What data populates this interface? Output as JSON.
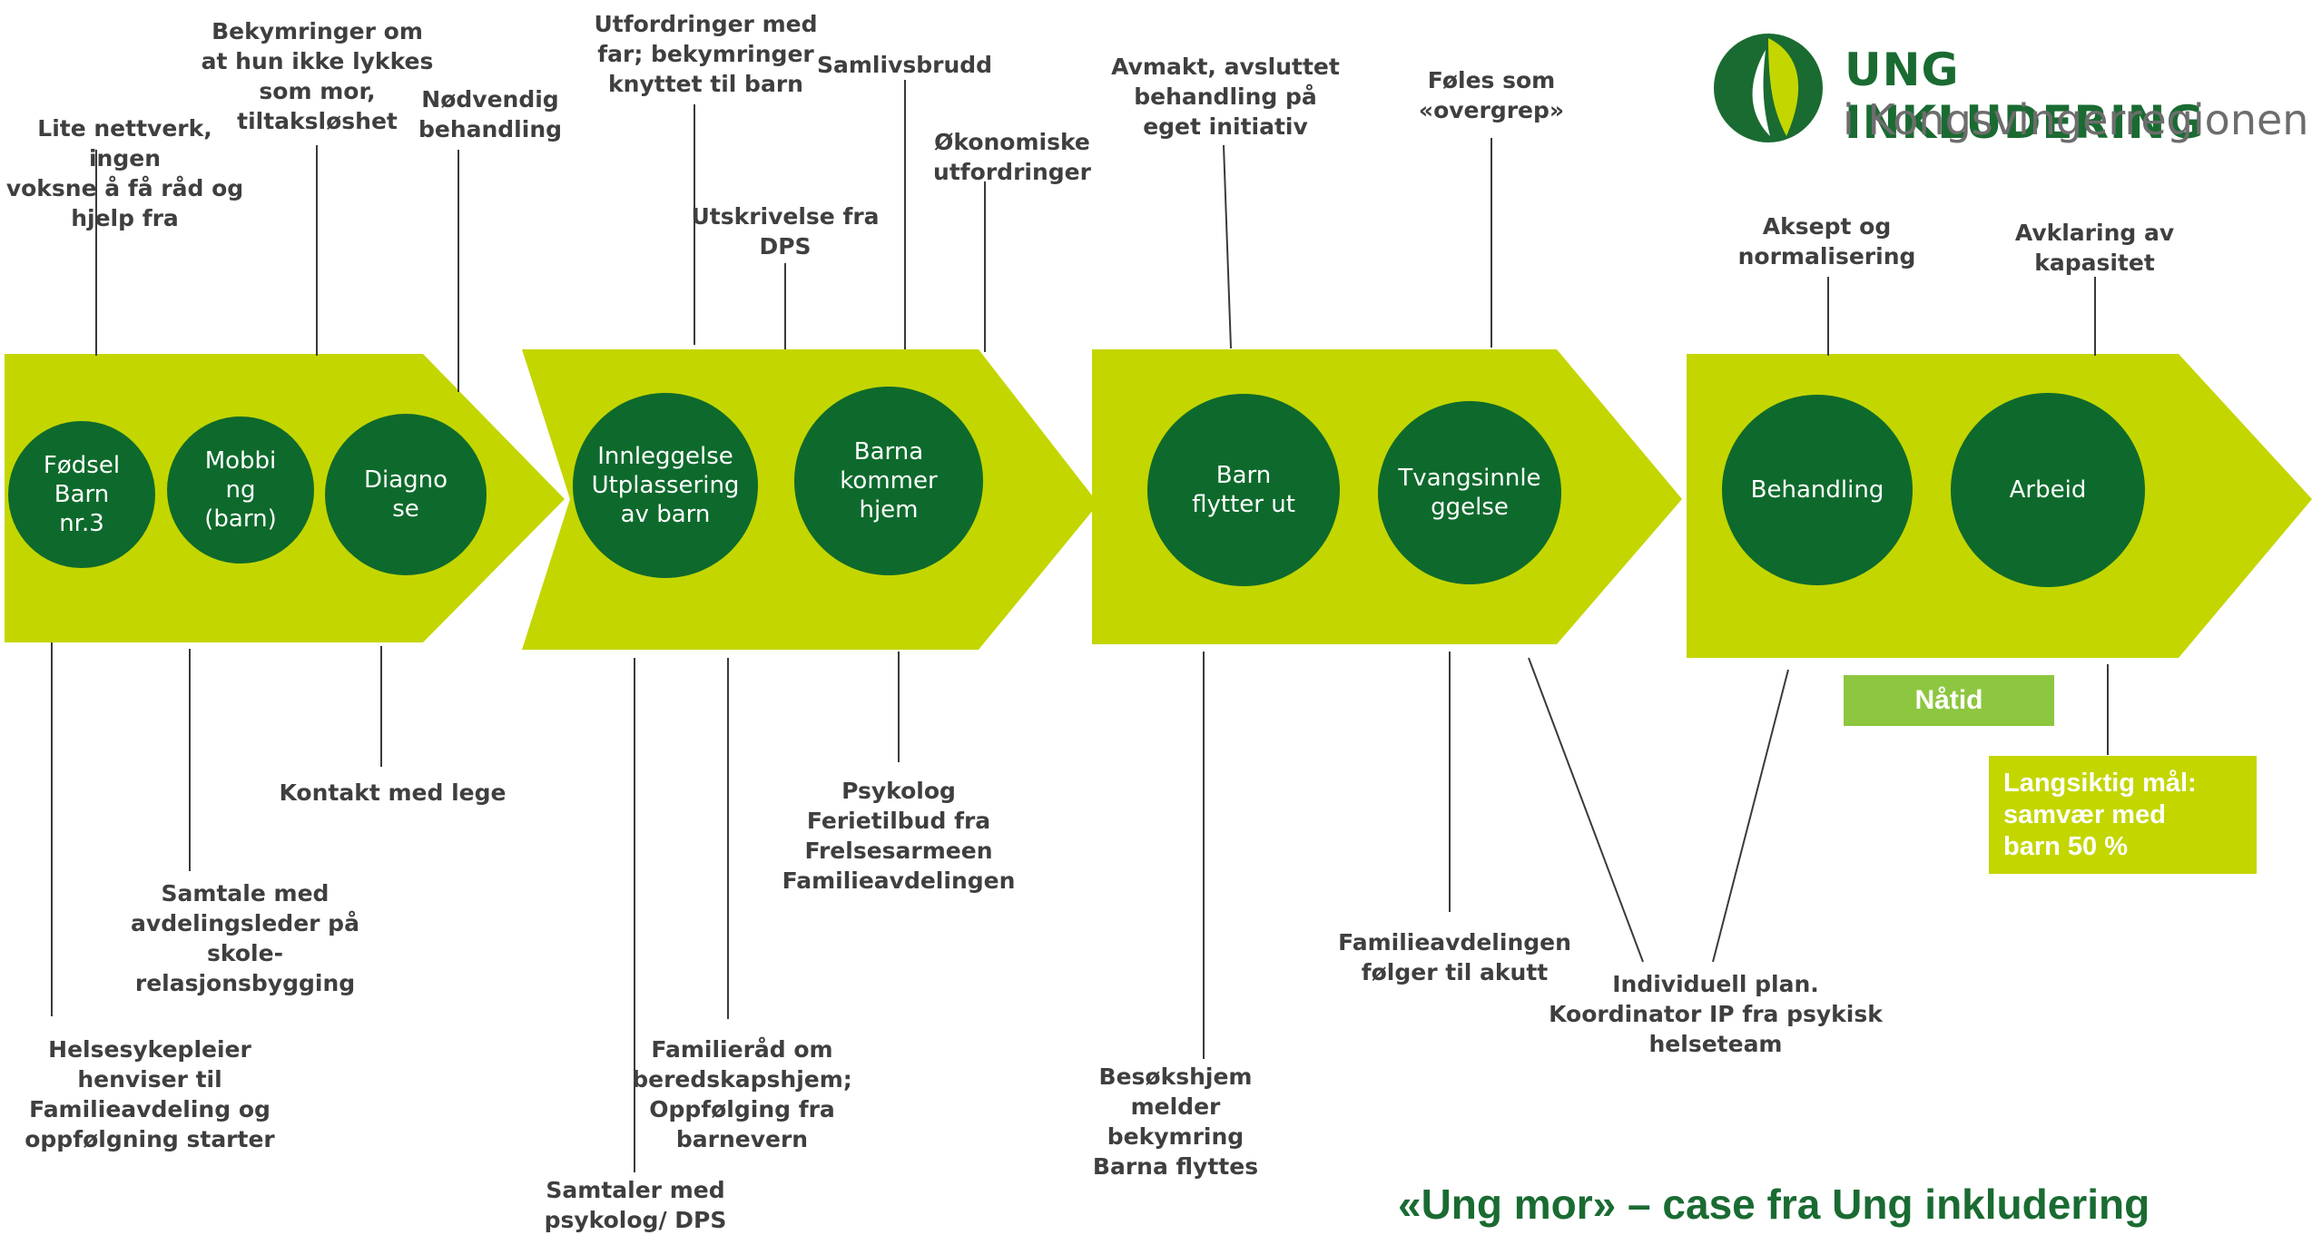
{
  "colors": {
    "arrow": "#c3d600",
    "circle": "#0e6a2c",
    "line": "#3a3a3a",
    "text": "#3f3f3f",
    "accent_green": "#1a6b32",
    "now_box": "#8dc63f"
  },
  "logo": {
    "title": "UNG INKLUDERING",
    "subtitle": "i Kongsvingerregionen",
    "icon": "face-leaf-logo-icon"
  },
  "phases": [
    {
      "circles": [
        "Fødsel\nBarn\nnr.3",
        "Mobbi\nng\n(barn)",
        "Diagno\nse"
      ]
    },
    {
      "circles": [
        "Innleggelse\nUtplassering\nav barn",
        "Barna\nkommer\nhjem"
      ]
    },
    {
      "circles": [
        "Barn\nflytter ut",
        "Tvangsinnle\nggelse"
      ]
    },
    {
      "circles": [
        "Behandling",
        "Arbeid"
      ]
    }
  ],
  "top_labels": [
    "Lite nettverk, ingen\nvoksne å få råd og\nhjelp fra",
    "Bekymringer om\nat hun ikke lykkes\nsom mor,\ntiltaksløshet",
    "Nødvendig\nbehandling",
    "Utfordringer med\nfar; bekymringer\nknyttet til barn",
    "Utskrivelse fra\nDPS",
    "Samlivsbrudd",
    "Økonomiske\nutfordringer",
    "Avmakt, avsluttet\nbehandling på\neget initiativ",
    "Føles som\n«overgrep»",
    "Aksept og\nnormalisering",
    "Avklaring av\nkapasitet"
  ],
  "bottom_labels": [
    "Helsesykepleier\nhenviser til\nFamilieavdeling og\noppfølgning starter",
    "Samtale med\navdelingsleder på\nskole-\nrelasjonsbygging",
    "Kontakt med lege",
    "Samtaler med\npsykolog/ DPS",
    "Familieråd om\nberedskapshjem;\nOppfølging fra\nbarnevern",
    "Psykolog\nFerietilbud fra\nFrelsesarmeen\nFamilieavdelingen",
    "Besøkshjem melder\nbekymring\nBarna flyttes",
    "Familieavdelingen\nfølger til akutt",
    "Individuell plan.\nKoordinator IP fra psykisk\nhelseteam"
  ],
  "now_label": "Nåtid",
  "goal_label": "Langsiktig mål:\nsamvær med\nbarn 50 %",
  "footer_title": "«Ung mor» – case fra Ung inkludering"
}
